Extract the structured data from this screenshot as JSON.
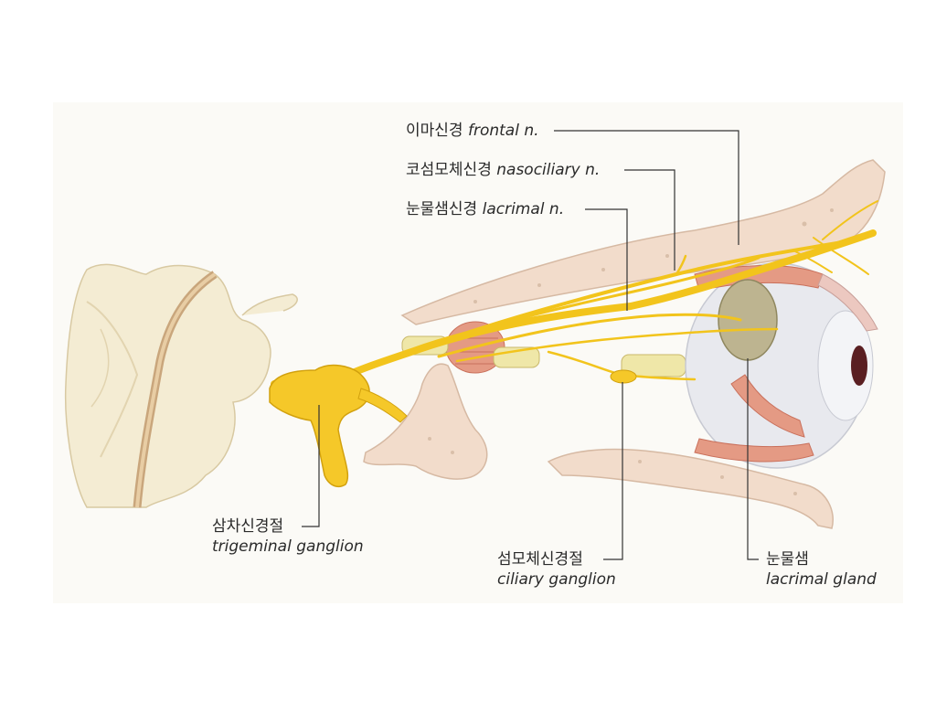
{
  "labels": {
    "frontal": {
      "ko": "이마신경",
      "en": "frontal n."
    },
    "nasociliary": {
      "ko": "코섬모체신경",
      "en": "nasociliary n."
    },
    "lacrimal_n": {
      "ko": "눈물샘신경",
      "en": "lacrimal n."
    },
    "trigeminal": {
      "ko": "삼차신경절",
      "en": "trigeminal ganglion"
    },
    "ciliary": {
      "ko": "섬모체신경절",
      "en": "ciliary ganglion"
    },
    "lacrimal_gland": {
      "ko": "눈물샘",
      "en": "lacrimal gland"
    }
  },
  "colors": {
    "nerve": "#f2c41c",
    "nerve_dark": "#d9a90d",
    "bone": "#f1dccb",
    "bone_dark": "#dcc1aa",
    "brain": "#f6edd3",
    "muscle": "#e2927c",
    "eye": "#e6e7ec",
    "gland": "#b9b08c",
    "leader": "#333333"
  }
}
